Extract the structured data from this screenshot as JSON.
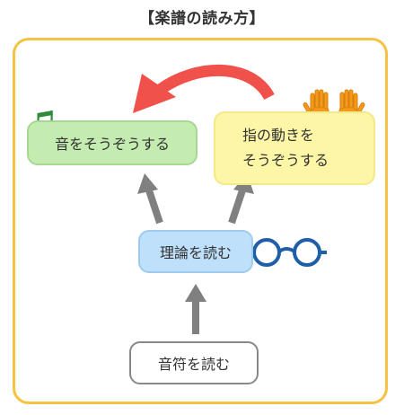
{
  "title": "【楽譜の読み方】",
  "nodes": {
    "sound": "音をそうぞうする",
    "finger_line1": "指の動きを",
    "finger_line2": "そうぞうする",
    "theory": "理論を読む",
    "notes": "音符を読む"
  },
  "colors": {
    "frame": "#f5c242",
    "sound_fill": "#c4ecb0",
    "finger_fill": "#fdf6a7",
    "theory_fill": "#bfe0fb",
    "curved_arrow": "#f0524b",
    "straight_arrows": "#808080",
    "glasses": "#1f5fa8",
    "music_note": "#2e8b3a",
    "hands": "#f39a1c"
  },
  "icons": [
    "music-note-icon",
    "raised-hands-icon",
    "glasses-icon"
  ]
}
